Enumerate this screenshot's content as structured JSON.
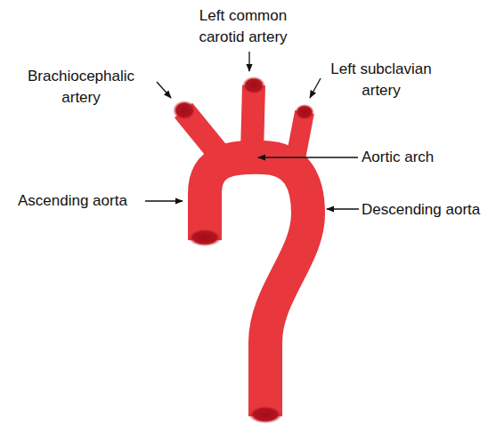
{
  "diagram": {
    "labels": [
      "Brachiocephalic artery",
      "Left common carotid artery",
      "Left subclavian artery",
      "Aortic arch",
      "Ascending aorta",
      "Descending aorta"
    ]
  }
}
